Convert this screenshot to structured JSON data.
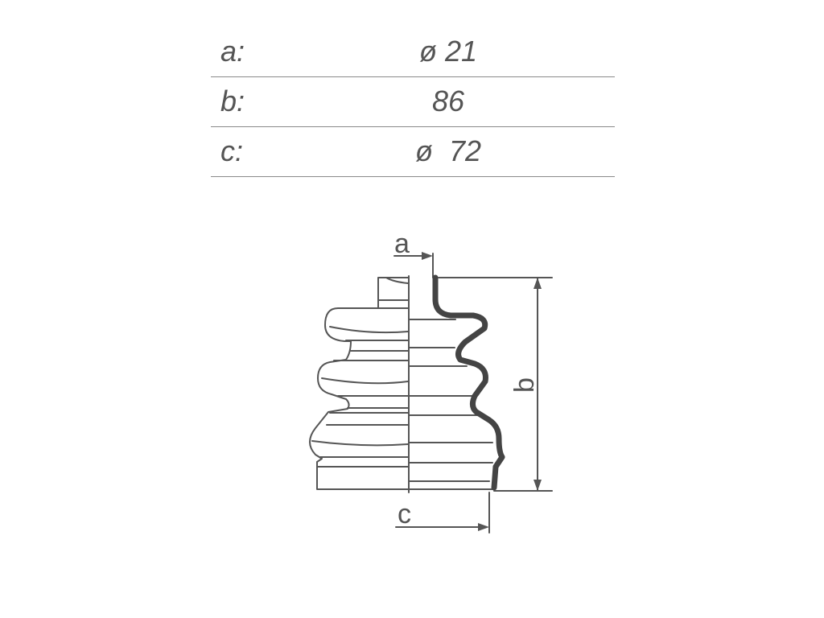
{
  "spec_table": {
    "rows": [
      {
        "label": "a:",
        "value": "ø 21"
      },
      {
        "label": "b:",
        "value": "86"
      },
      {
        "label": "c:",
        "value": "ø  72"
      }
    ]
  },
  "diagram": {
    "label_a": "a",
    "label_b": "b",
    "label_c": "c"
  },
  "colors": {
    "line": "#555555",
    "profile": "#444444",
    "rule": "#8a8a8a"
  }
}
